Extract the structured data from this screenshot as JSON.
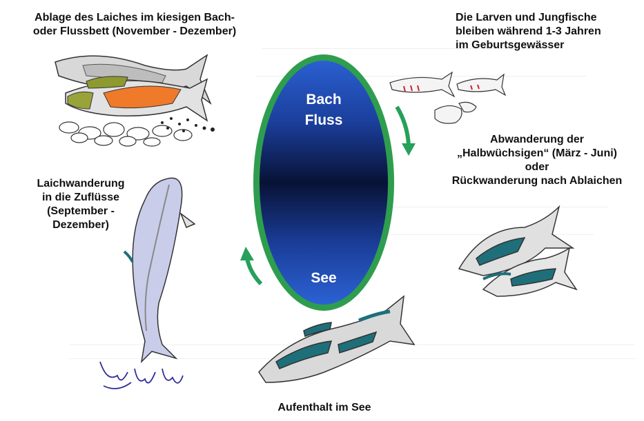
{
  "diagram": {
    "labels": {
      "spawning_site": [
        "Ablage des Laiches im kiesigen Bach-",
        "oder Flussbett (November - Dezember)"
      ],
      "larvae": [
        "Die Larven und Jungfische",
        "bleiben während 1-3 Jahren",
        "im Geburtsgewässer"
      ],
      "migration_down": [
        "Abwanderung der",
        "„Halbwüchsigen“ (März - Juni)",
        "oder",
        "Rückwanderung nach Ablaichen"
      ],
      "spawning_run": [
        "Laichwanderung",
        "in die Zuflüsse",
        "(September -",
        "Dezember)"
      ],
      "lake_stay": "Aufenthalt im See"
    },
    "ellipse": {
      "top_label": [
        "Bach",
        "Fluss"
      ],
      "bottom_label": "See",
      "ring_color": "#2e9e4e",
      "fill_top": "#1e50b8",
      "fill_mid": "#0a1850",
      "fill_bottom": "#2a5cc8"
    },
    "arrow_color": "#26a05a",
    "icons": [
      "spawning-fish-pair-icon",
      "larvae-fish-icon",
      "juvenile-fish-group-icon",
      "jumping-salmon-icon",
      "lake-trout-icon",
      "gravel-icon",
      "eggs-icon"
    ]
  }
}
